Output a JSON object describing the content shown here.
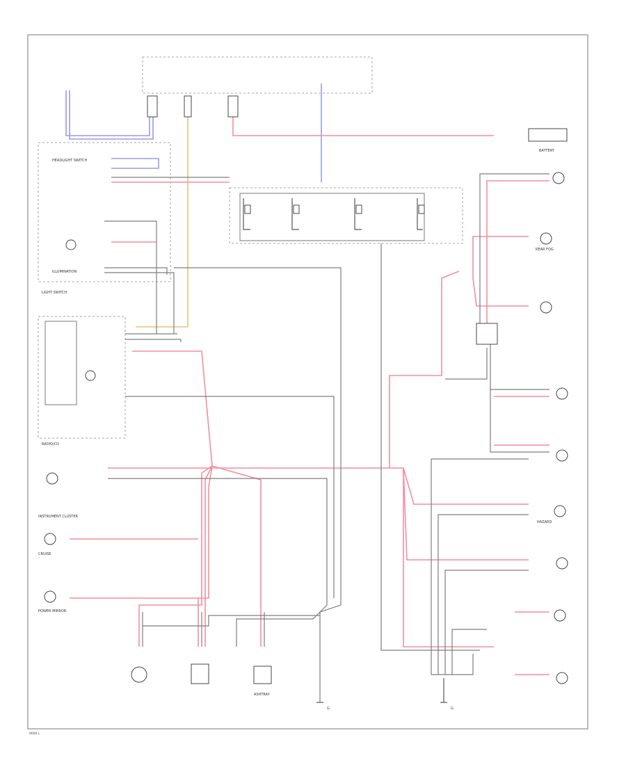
{
  "colors": {
    "wire_red": "#f28ea0",
    "wire_gray": "#7d7d7d",
    "wire_blue": "#9a9ae8",
    "wire_yellow": "#e8c27a",
    "frame": "#777777"
  },
  "labels": {
    "light_switch": "LIGHT SWITCH",
    "illumination": "ILLUMINATION",
    "radio": "RADIO/CD",
    "instrument_cluster": "INSTRUMENT CLUSTER",
    "battery": "BATTERY",
    "rear_fog": "REAR FOG",
    "headlight_switch": "HEADLIGHT SWITCH",
    "hazard": "HAZARD",
    "cruise": "CRUISE",
    "power_mirror": "POWER MIRROR",
    "ashtray": "ASHTRAY",
    "ground": "G",
    "page_ref": "9000 L"
  }
}
